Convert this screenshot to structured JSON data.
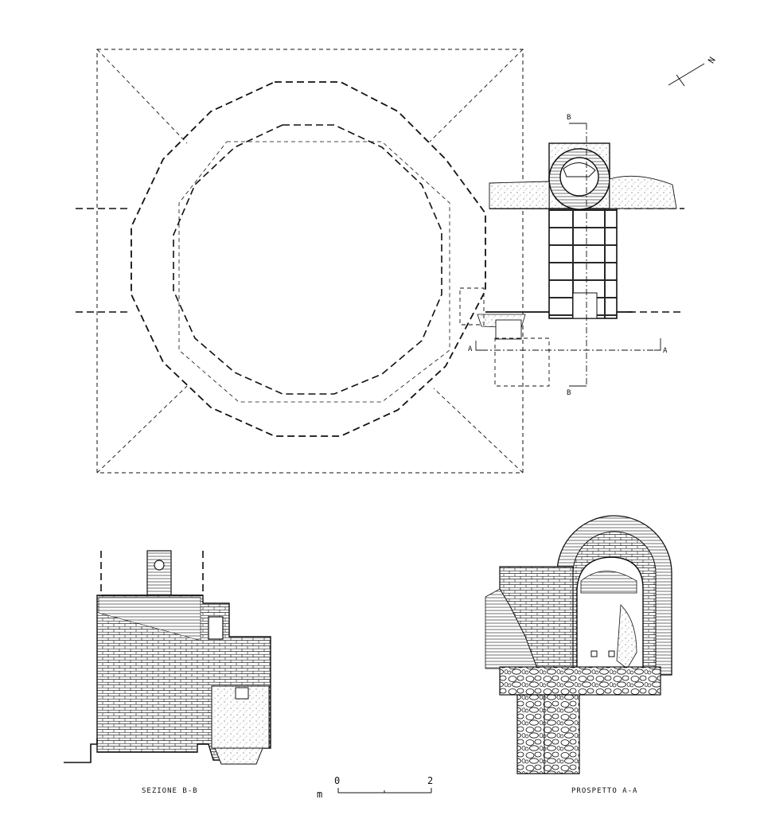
{
  "labels": {
    "section_title": "SEZIONE  B-B",
    "elevation_title": "PROSPETTO  A-A",
    "north": "N",
    "cut_a_left": "A",
    "cut_a_right": "A",
    "cut_b_top": "B",
    "cut_b_bottom": "B"
  },
  "scale_bar": {
    "unit": "m",
    "start": "0",
    "end": "2"
  },
  "colors": {
    "ink": "#111111",
    "paper": "#ffffff",
    "stipple": "#555555"
  }
}
